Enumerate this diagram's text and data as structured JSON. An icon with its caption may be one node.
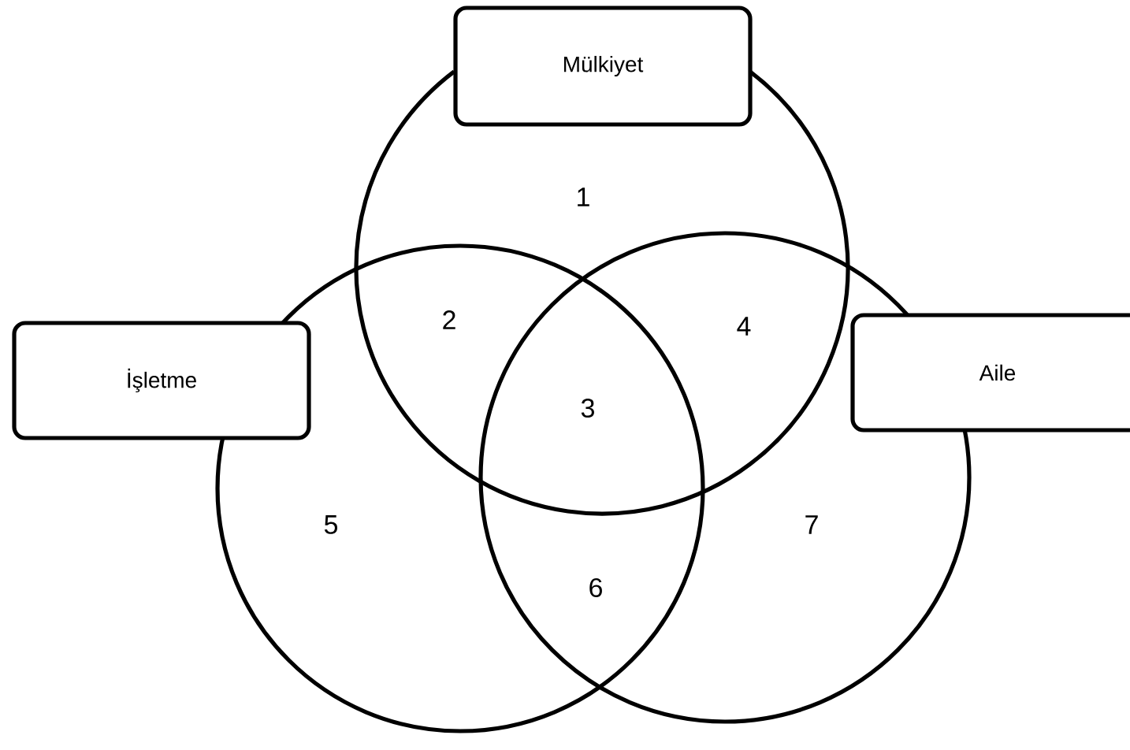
{
  "diagram": {
    "nodes": [
      {
        "text": [],
        "shape": "circle"
      },
      {
        "text": [],
        "shape": "circle"
      },
      {
        "text": [],
        "shape": "circle"
      },
      {
        "text": [
          "Mülkiyet"
        ]
      },
      {
        "text": [
          "İşletme"
        ]
      },
      {
        "text": [
          "Aile"
        ]
      }
    ],
    "labels": [
      "1",
      "2",
      "4",
      "3",
      "5",
      "6",
      "7"
    ]
  }
}
